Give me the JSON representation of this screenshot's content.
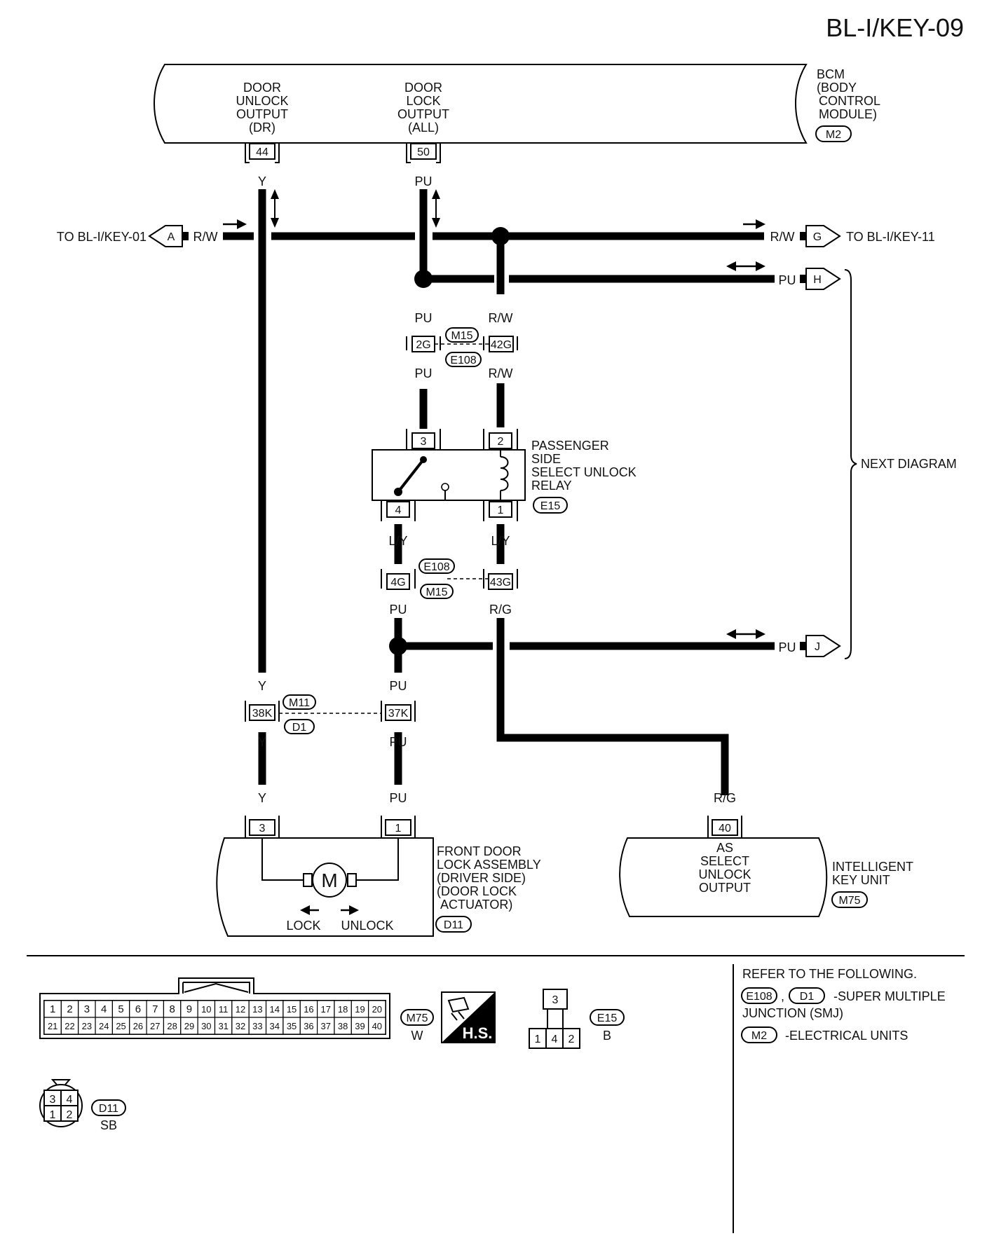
{
  "page_id": "BL-I/KEY-09",
  "bcm": {
    "label_lines": [
      "BCM",
      "(BODY",
      "CONTROL",
      "MODULE)"
    ],
    "connector": "M2",
    "pin_unlock": {
      "number": "44",
      "label_lines": [
        "DOOR",
        "UNLOCK",
        "OUTPUT",
        "(DR)"
      ]
    },
    "pin_lock": {
      "number": "50",
      "label_lines": [
        "DOOR",
        "LOCK",
        "OUTPUT",
        "(ALL)"
      ]
    }
  },
  "wire_colors": {
    "y": "Y",
    "pu": "PU",
    "rw": "R/W",
    "ly": "L/Y",
    "rg": "R/G"
  },
  "offpage": {
    "a": {
      "letter": "A",
      "text": "TO BL-I/KEY-01"
    },
    "g": {
      "letter": "G",
      "text": "TO BL-I/KEY-11"
    },
    "h": {
      "letter": "H"
    },
    "j": {
      "letter": "J"
    },
    "next_diagram": "NEXT DIAGRAM"
  },
  "joint_upper": {
    "pin_a": "2G",
    "pin_b": "42G",
    "conn_top": "M15",
    "conn_bottom": "E108"
  },
  "relay": {
    "label_lines": [
      "PASSENGER",
      "SIDE",
      "SELECT UNLOCK",
      "RELAY"
    ],
    "connector": "E15",
    "pins": [
      "3",
      "2",
      "4",
      "1"
    ]
  },
  "joint_lower": {
    "pin_a": "4G",
    "pin_b": "43G",
    "conn_top": "E108",
    "conn_bottom": "M15"
  },
  "joint_door": {
    "pin_a": "38K",
    "pin_b": "37K",
    "conn_top": "M11",
    "conn_bottom": "D1"
  },
  "door_lock": {
    "label_lines": [
      "FRONT DOOR",
      "LOCK ASSEMBLY",
      "(DRIVER SIDE)",
      "(DOOR LOCK",
      "ACTUATOR)"
    ],
    "connector": "D11",
    "pins": [
      "3",
      "1"
    ],
    "motor": "M",
    "lock": "LOCK",
    "unlock": "UNLOCK"
  },
  "ikey": {
    "label_lines": [
      "INTELLIGENT",
      "KEY UNIT"
    ],
    "connector": "M75",
    "pin": "40",
    "pin_label_lines": [
      "AS",
      "SELECT",
      "UNLOCK",
      "OUTPUT"
    ]
  },
  "connector_views": {
    "m75": {
      "pins_top": [
        "1",
        "2",
        "3",
        "4",
        "5",
        "6",
        "7",
        "8",
        "9",
        "10",
        "11",
        "12",
        "13",
        "14",
        "15",
        "16",
        "17",
        "18",
        "19",
        "20"
      ],
      "pins_bottom": [
        "21",
        "22",
        "23",
        "24",
        "25",
        "26",
        "27",
        "28",
        "29",
        "30",
        "31",
        "32",
        "33",
        "34",
        "35",
        "36",
        "37",
        "38",
        "39",
        "40"
      ],
      "connector": "M75",
      "color": "W"
    },
    "hs_badge": "H.S.",
    "e15": {
      "pins_top": [
        "3"
      ],
      "pins_bottom": [
        "1",
        "4",
        "2"
      ],
      "connector": "E15",
      "color": "B"
    },
    "d11": {
      "pins": [
        "3",
        "4",
        "1",
        "2"
      ],
      "connector": "D11",
      "color": "SB"
    }
  },
  "reference": {
    "title": "REFER TO THE FOLLOWING.",
    "item1_conns": [
      "E108",
      "D1"
    ],
    "item1_sep": ",",
    "item1_text": "-SUPER MULTIPLE",
    "item1_text2": "JUNCTION (SMJ)",
    "item2_conn": "M2",
    "item2_text": "-ELECTRICAL UNITS"
  }
}
